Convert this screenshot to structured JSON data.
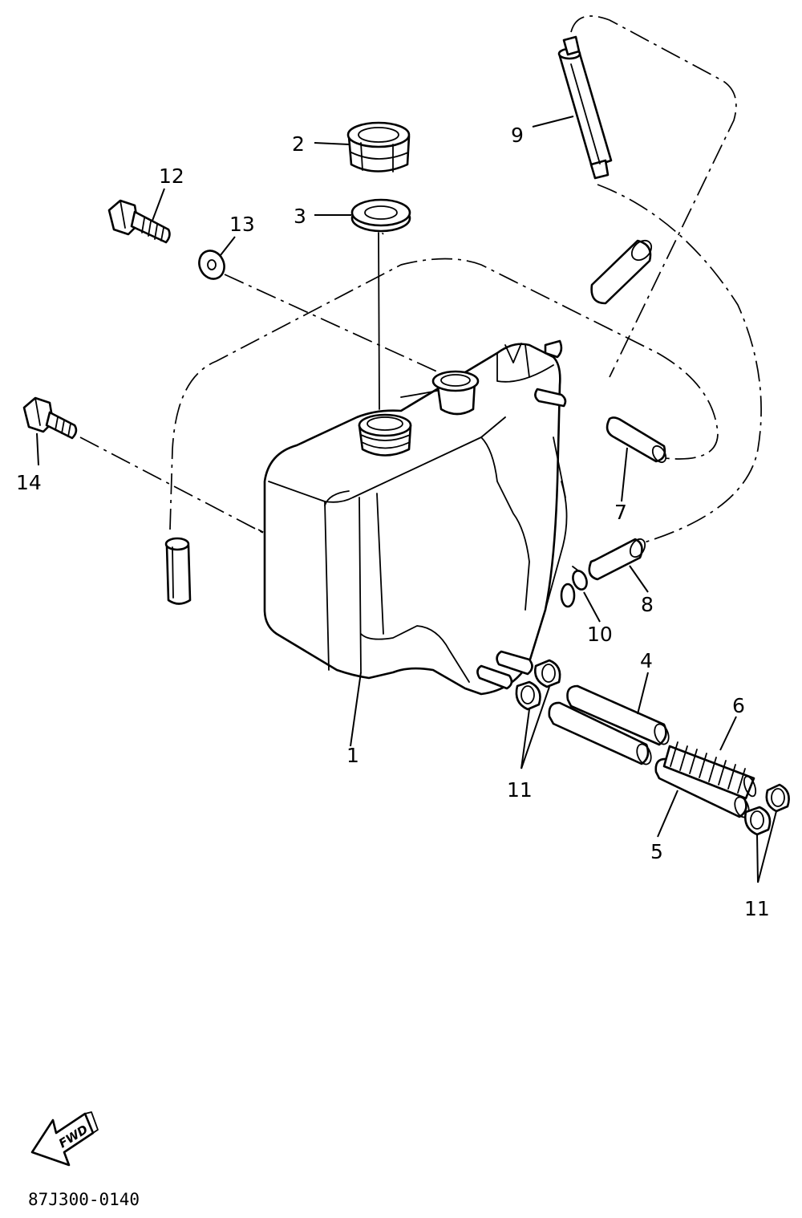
{
  "diagram": {
    "labels": {
      "p1": "1",
      "p2": "2",
      "p3": "3",
      "p4": "4",
      "p5": "5",
      "p6": "6",
      "p7": "7",
      "p8": "8",
      "p9": "9",
      "p10": "10",
      "p11a": "11",
      "p11b": "11",
      "p12": "12",
      "p13": "13",
      "p14": "14"
    },
    "fwd_text": "FWD",
    "drawing_code": "87J300-0140"
  }
}
